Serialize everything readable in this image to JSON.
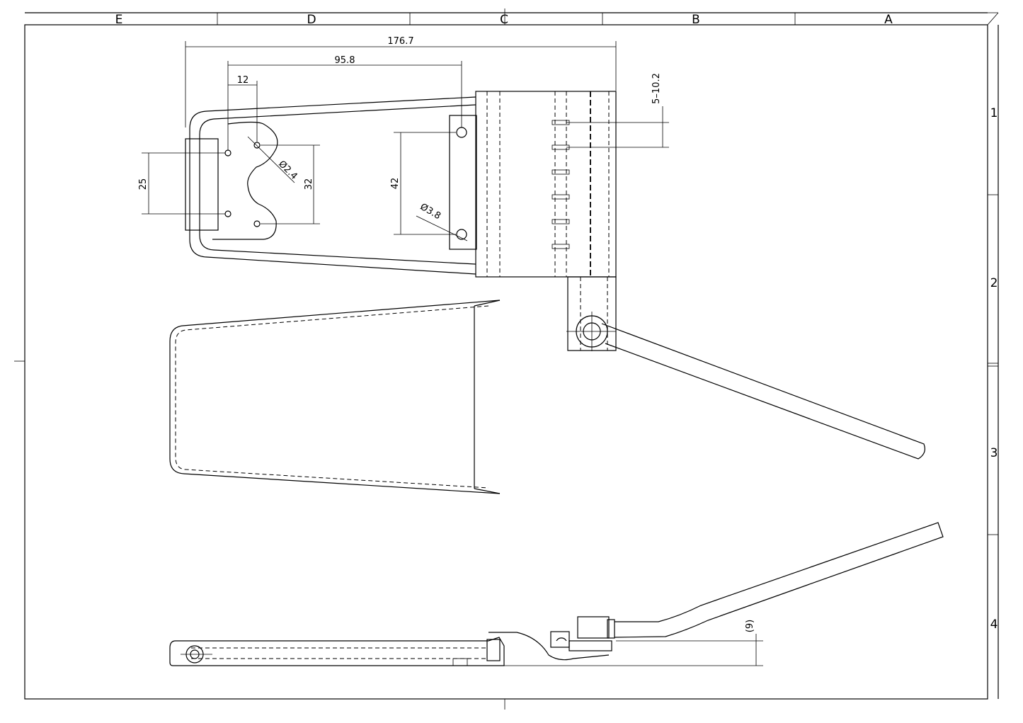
{
  "frame": {
    "columns": [
      "E",
      "D",
      "C",
      "B",
      "A"
    ],
    "rows": [
      "1",
      "2",
      "3",
      "4"
    ]
  },
  "dimensions": {
    "overall_length": "176.7",
    "mount_spacing": "95.8",
    "offset_12": "12",
    "height_25": "25",
    "height_32": "32",
    "height_42": "42",
    "hole_small": "Ø2.4",
    "hole_large": "Ø3.8",
    "range": "5–10.2",
    "side_gap": "(9)"
  }
}
